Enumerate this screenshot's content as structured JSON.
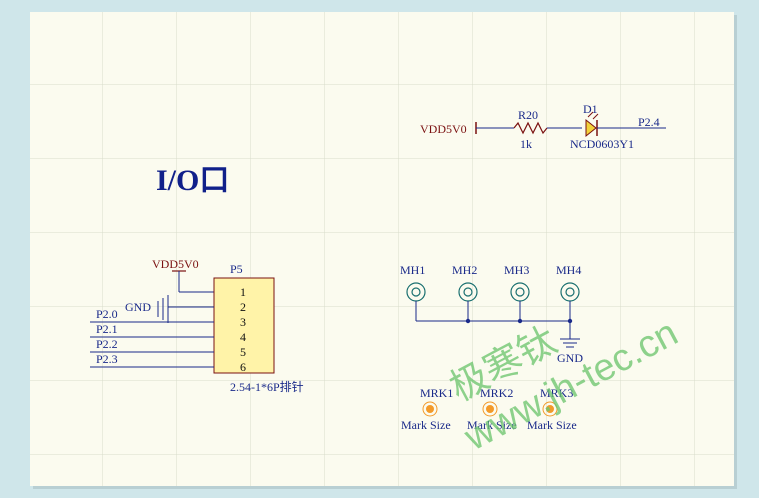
{
  "title": "I/O口",
  "led_circuit": {
    "power_label": "VDD5V0",
    "resistor_ref": "R20",
    "resistor_value": "1k",
    "diode_ref": "D1",
    "diode_part": "NCD0603Y1",
    "net_out": "P2.4"
  },
  "connector": {
    "ref": "P5",
    "power_label": "VDD5V0",
    "gnd_label": "GND",
    "pins": [
      "1",
      "2",
      "3",
      "4",
      "5",
      "6"
    ],
    "nets": [
      "P2.0",
      "P2.1",
      "P2.2",
      "P2.3"
    ],
    "description": "2.54-1*6P排针"
  },
  "mounting_holes": {
    "labels": [
      "MH1",
      "MH2",
      "MH3",
      "MH4"
    ],
    "gnd_label": "GND"
  },
  "marks": {
    "labels": [
      "MRK1",
      "MRK2",
      "MRK3"
    ],
    "captions": [
      "Mark Size",
      "Mark Size",
      "Mark Size"
    ]
  },
  "watermark": {
    "text_cn": "极寒钛",
    "text_url": "www.jh-tec.cn"
  },
  "colors": {
    "wire": "#1a2a8a",
    "label_navy": "#1a2a8a",
    "label_maroon": "#7a1010",
    "connector_fill": "#fff3a8",
    "mark_fill": "#f39a2a",
    "watermark": "#6fc66f",
    "grid": "#d8dccb"
  }
}
